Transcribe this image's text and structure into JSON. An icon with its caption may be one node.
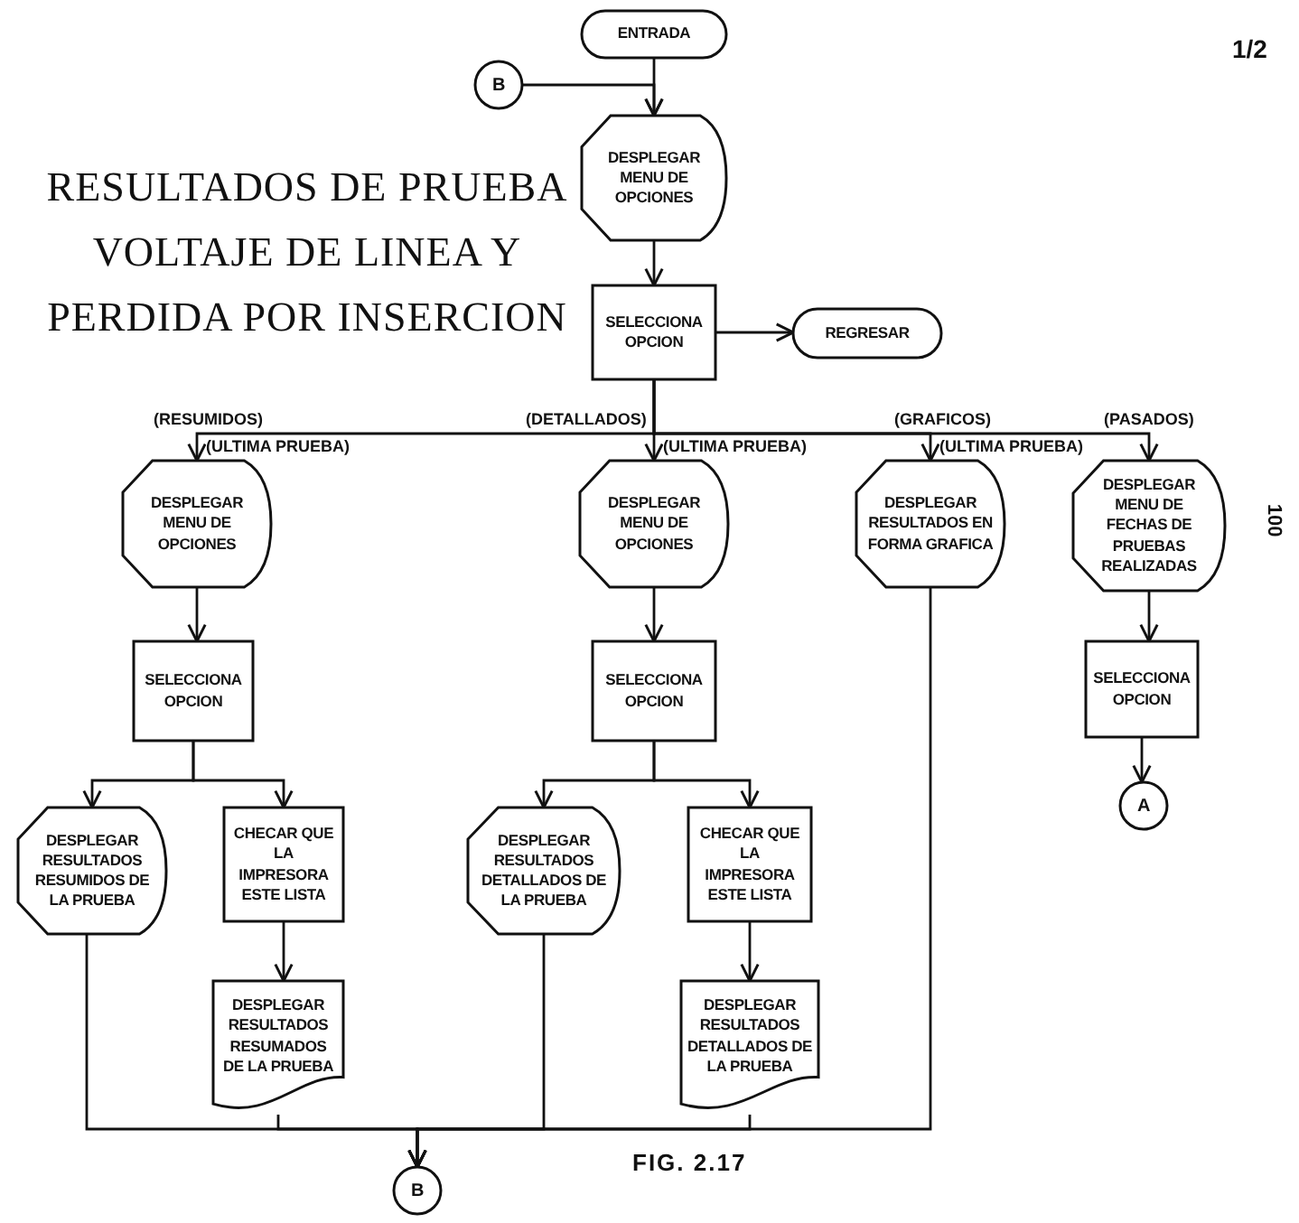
{
  "diagram": {
    "title": "RESULTADOS DE PRUEBA VOLTAJE DE LINEA Y PERDIDA POR INSERCION",
    "caption": "FIG. 2.17",
    "nodes": [
      {
        "text": [
          "ENTRADA"
        ]
      },
      {
        "text": [
          "B"
        ]
      },
      {
        "text": [
          "DESPLEGAR MENU DE OPCIONES"
        ]
      },
      {
        "text": [
          "SELECCIONA OPCION"
        ]
      },
      {
        "text": [
          "REGRESAR"
        ]
      },
      {
        "text": [
          "DESPLEGAR MENU DE OPCIONES"
        ]
      },
      {
        "text": [
          "SELECCIONA OPCION"
        ]
      },
      {
        "text": [
          "DESPLEGAR RESULTADOS RESUMIDOS DE LA PRUEBA"
        ]
      },
      {
        "text": [
          "CHECAR QUE LA IMPRESORA ESTE LISTA"
        ]
      },
      {
        "text": [
          "DESPLEGAR RESULTADOS RESUMADOS DE LA PRUEBA"
        ]
      },
      {
        "text": [
          "DESPLEGAR MENU DE OPCIONES"
        ]
      },
      {
        "text": [
          "SELECCIONA OPCION"
        ]
      },
      {
        "text": [
          "DESPLEGAR RESULTADOS DETALLADOS DE LA PRUEBA"
        ]
      },
      {
        "text": [
          "CHECAR QUE LA IMPRESORA ESTE LISTA"
        ]
      },
      {
        "text": [
          "DESPLEGAR RESULTADOS DETALLADOS DE LA PRUEBA"
        ]
      },
      {
        "text": [
          "DESPLEGAR RESULTADOS EN FORMA GRAFICA"
        ]
      },
      {
        "text": [
          "DESPLEGAR MENU DE FECHAS DE PRUEBAS REALIZADAS"
        ]
      },
      {
        "text": [
          "SELECCIONA OPCION"
        ]
      },
      {
        "text": [
          "A"
        ]
      },
      {
        "text": [
          "B"
        ]
      }
    ],
    "edges": [
      {
        "from": 0,
        "to": 2,
        "arrow": "to"
      },
      {
        "from": 1,
        "to": 2,
        "arrow": "to"
      },
      {
        "from": 2,
        "to": 3,
        "arrow": "to"
      },
      {
        "from": 3,
        "to": 4,
        "arrow": "to"
      },
      {
        "from": 3,
        "to": 5,
        "arrow": "to",
        "label": "(RESUMIDOS)"
      },
      {
        "from": 3,
        "to": 10,
        "arrow": "to",
        "label": "(DETALLADOS)"
      },
      {
        "from": 3,
        "to": 15,
        "arrow": "to",
        "label": "(GRAFICOS)"
      },
      {
        "from": 3,
        "to": 16,
        "arrow": "to",
        "label": "(PASADOS)"
      },
      {
        "from": 5,
        "to": 6,
        "arrow": "to"
      },
      {
        "from": 6,
        "to": 7,
        "arrow": "to"
      },
      {
        "from": 6,
        "to": 8,
        "arrow": "to"
      },
      {
        "from": 8,
        "to": 9,
        "arrow": "to"
      },
      {
        "from": 10,
        "to": 11,
        "arrow": "to"
      },
      {
        "from": 11,
        "to": 12,
        "arrow": "to"
      },
      {
        "from": 11,
        "to": 13,
        "arrow": "to"
      },
      {
        "from": 13,
        "to": 14,
        "arrow": "to"
      },
      {
        "from": 16,
        "to": 17,
        "arrow": "to"
      },
      {
        "from": 17,
        "to": 18,
        "arrow": "to"
      },
      {
        "from": 7,
        "to": 19,
        "arrow": "to"
      },
      {
        "from": 9,
        "to": 19,
        "arrow": "to"
      },
      {
        "from": 12,
        "to": 19,
        "arrow": "to"
      },
      {
        "from": 14,
        "to": 19,
        "arrow": "to"
      },
      {
        "from": 15,
        "to": 19,
        "arrow": "to"
      }
    ],
    "labels": [
      "1/2",
      "(ULTIMA PRUEBA)",
      "(ULTIMA PRUEBA)",
      "(ULTIMA PRUEBA)",
      "100"
    ]
  }
}
